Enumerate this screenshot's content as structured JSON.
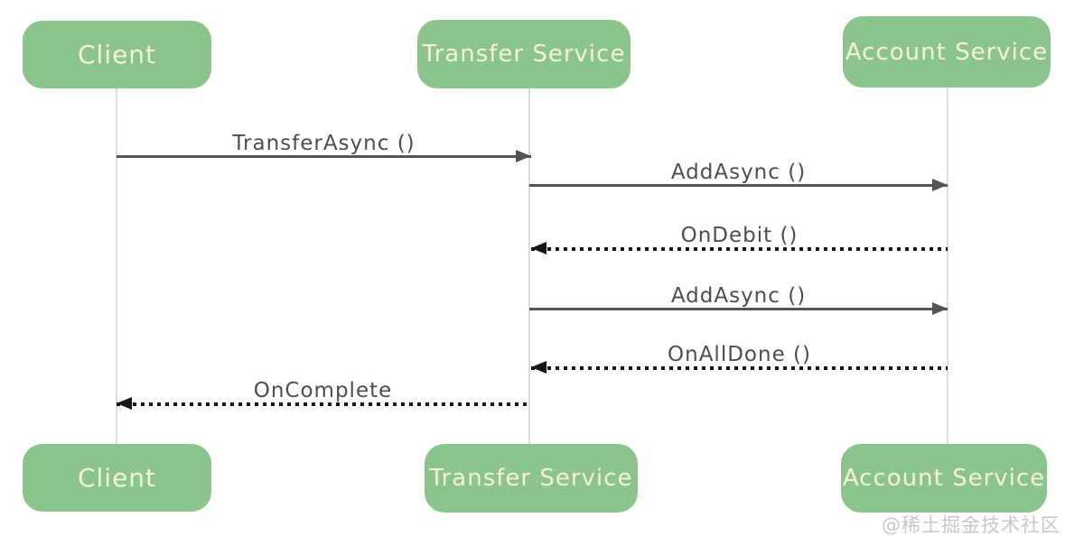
{
  "diagram": {
    "type": "sequence-diagram",
    "actors": [
      {
        "id": "client",
        "label": "Client"
      },
      {
        "id": "transfer-service",
        "label": "Transfer Service"
      },
      {
        "id": "account-service",
        "label": "Account Service"
      }
    ],
    "messages": [
      {
        "label": "TransferAsync ()",
        "from": "Client",
        "to": "Transfer Service",
        "style": "solid",
        "direction": "right"
      },
      {
        "label": "AddAsync ()",
        "from": "Transfer Service",
        "to": "Account Service",
        "style": "solid",
        "direction": "right"
      },
      {
        "label": "OnDebit ()",
        "from": "Account Service",
        "to": "Transfer Service",
        "style": "dotted",
        "direction": "left"
      },
      {
        "label": "AddAsync ()",
        "from": "Transfer Service",
        "to": "Account Service",
        "style": "solid",
        "direction": "right"
      },
      {
        "label": "OnAllDone ()",
        "from": "Account Service",
        "to": "Transfer Service",
        "style": "dotted",
        "direction": "left"
      },
      {
        "label": "OnComplete",
        "from": "Transfer Service",
        "to": "Client",
        "style": "dotted",
        "direction": "left"
      }
    ],
    "colors": {
      "background": "#FFFFFF",
      "actor_bg": "#8CC48E",
      "actor_text": "#F6F3D5",
      "lifeline": "#DCDCDC",
      "solid_arrow": "#545454",
      "dotted_arrow": "#151515",
      "label_text": "#4D4D4D",
      "watermark": "#C8C8C8"
    },
    "watermark": "@稀土掘金技术社区"
  }
}
